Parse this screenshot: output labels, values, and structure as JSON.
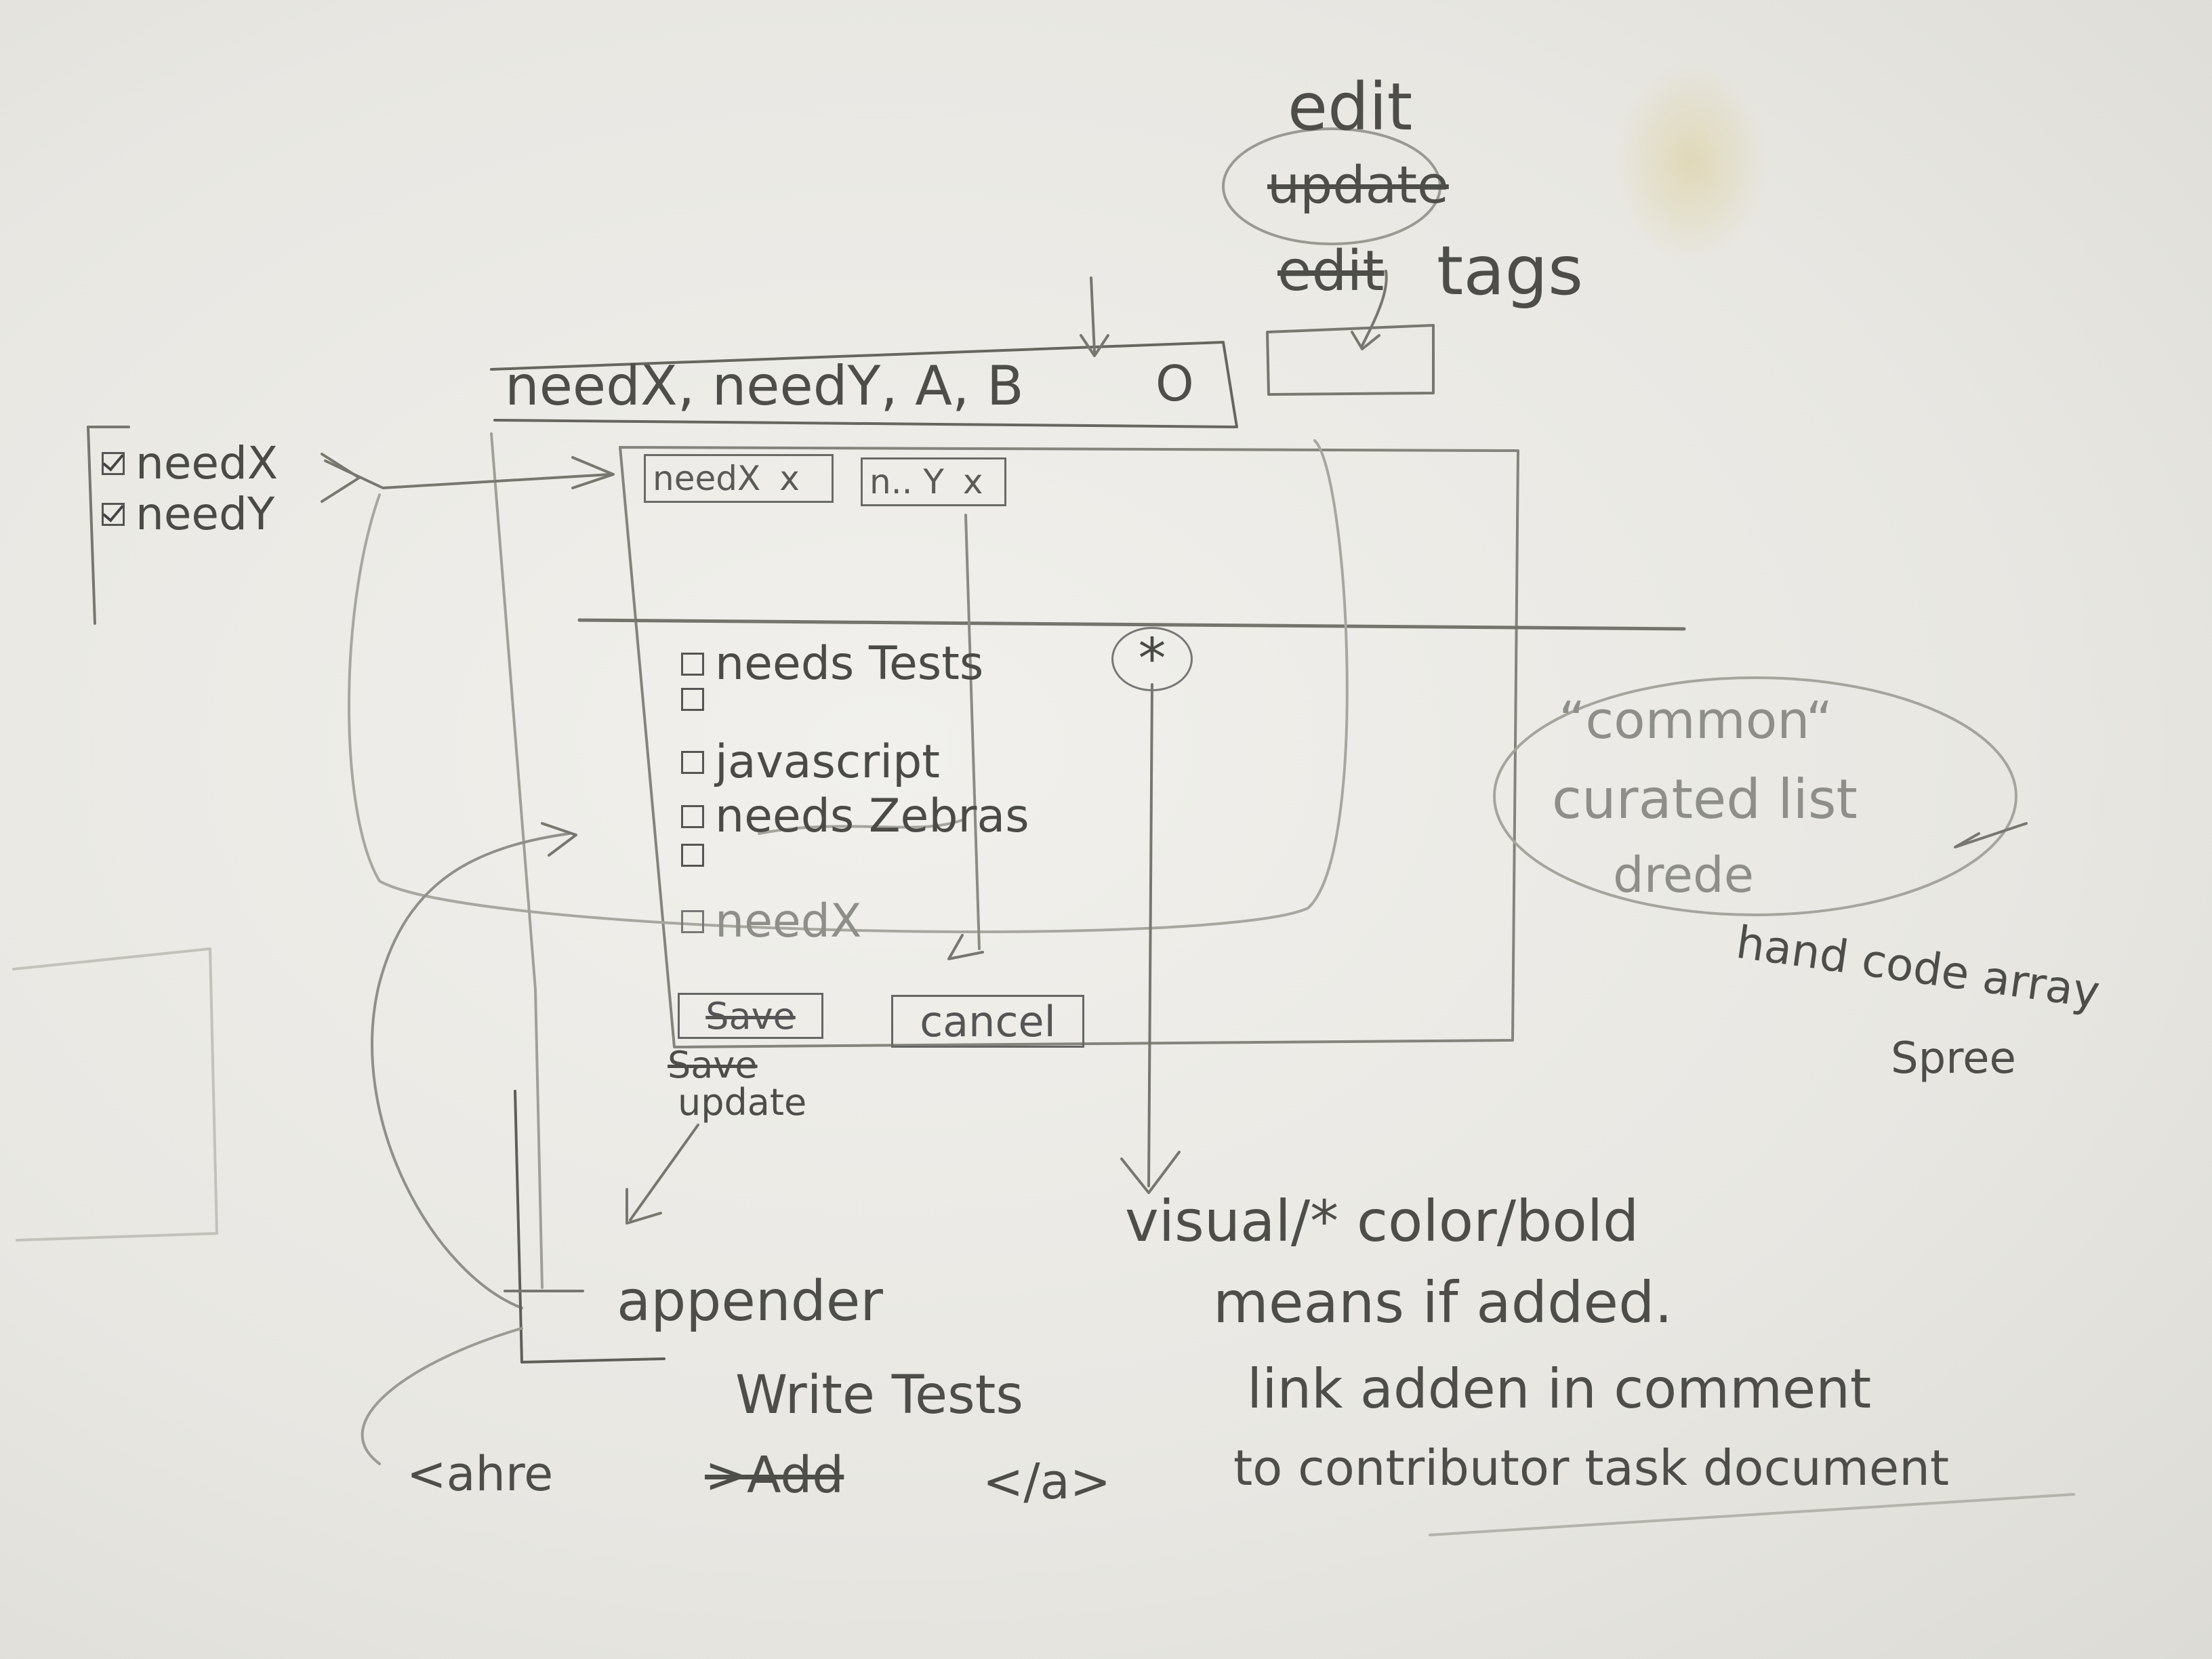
{
  "top_notes": {
    "edit": "edit",
    "update": "update",
    "edit_struck": "edit",
    "tags": "tags"
  },
  "tag_input": {
    "value": "needX, needY, A, B",
    "clear_glyph": "O"
  },
  "left_list": {
    "items": [
      {
        "label": "needX",
        "checked": true
      },
      {
        "label": "needY",
        "checked": true
      }
    ]
  },
  "chips": [
    {
      "label": "needX",
      "close": "x"
    },
    {
      "label": "n.. Y",
      "close": "x"
    }
  ],
  "common_list": {
    "items": [
      {
        "label": "needs Tests",
        "checked": false,
        "starred": true
      },
      {
        "label": "",
        "checked": false
      },
      {
        "label": "javascript",
        "checked": false
      },
      {
        "label": "needs Zebras",
        "checked": false
      },
      {
        "label": "",
        "checked": false
      },
      {
        "label": "needX",
        "checked": false,
        "faint": true
      }
    ],
    "star_glyph": "*"
  },
  "buttons": {
    "save": "Save",
    "cancel": "cancel",
    "save_alt_struck": "Save",
    "update": "update"
  },
  "side_notes": {
    "common": "“common“",
    "curated_list": "curated list",
    "drede": "drede",
    "hard_code_1": "hand code array",
    "hard_code_2": "Spree"
  },
  "bottom_notes": {
    "appender": "appender",
    "write_tests": "Write Tests",
    "a_open": "<ahre",
    "add_struck": ">Add",
    "a_close": "</a>",
    "visual_1": "visual/* color/bold",
    "visual_2": "means if added.",
    "visual_3": "link adden in comment",
    "visual_4": "to contributor task document"
  }
}
